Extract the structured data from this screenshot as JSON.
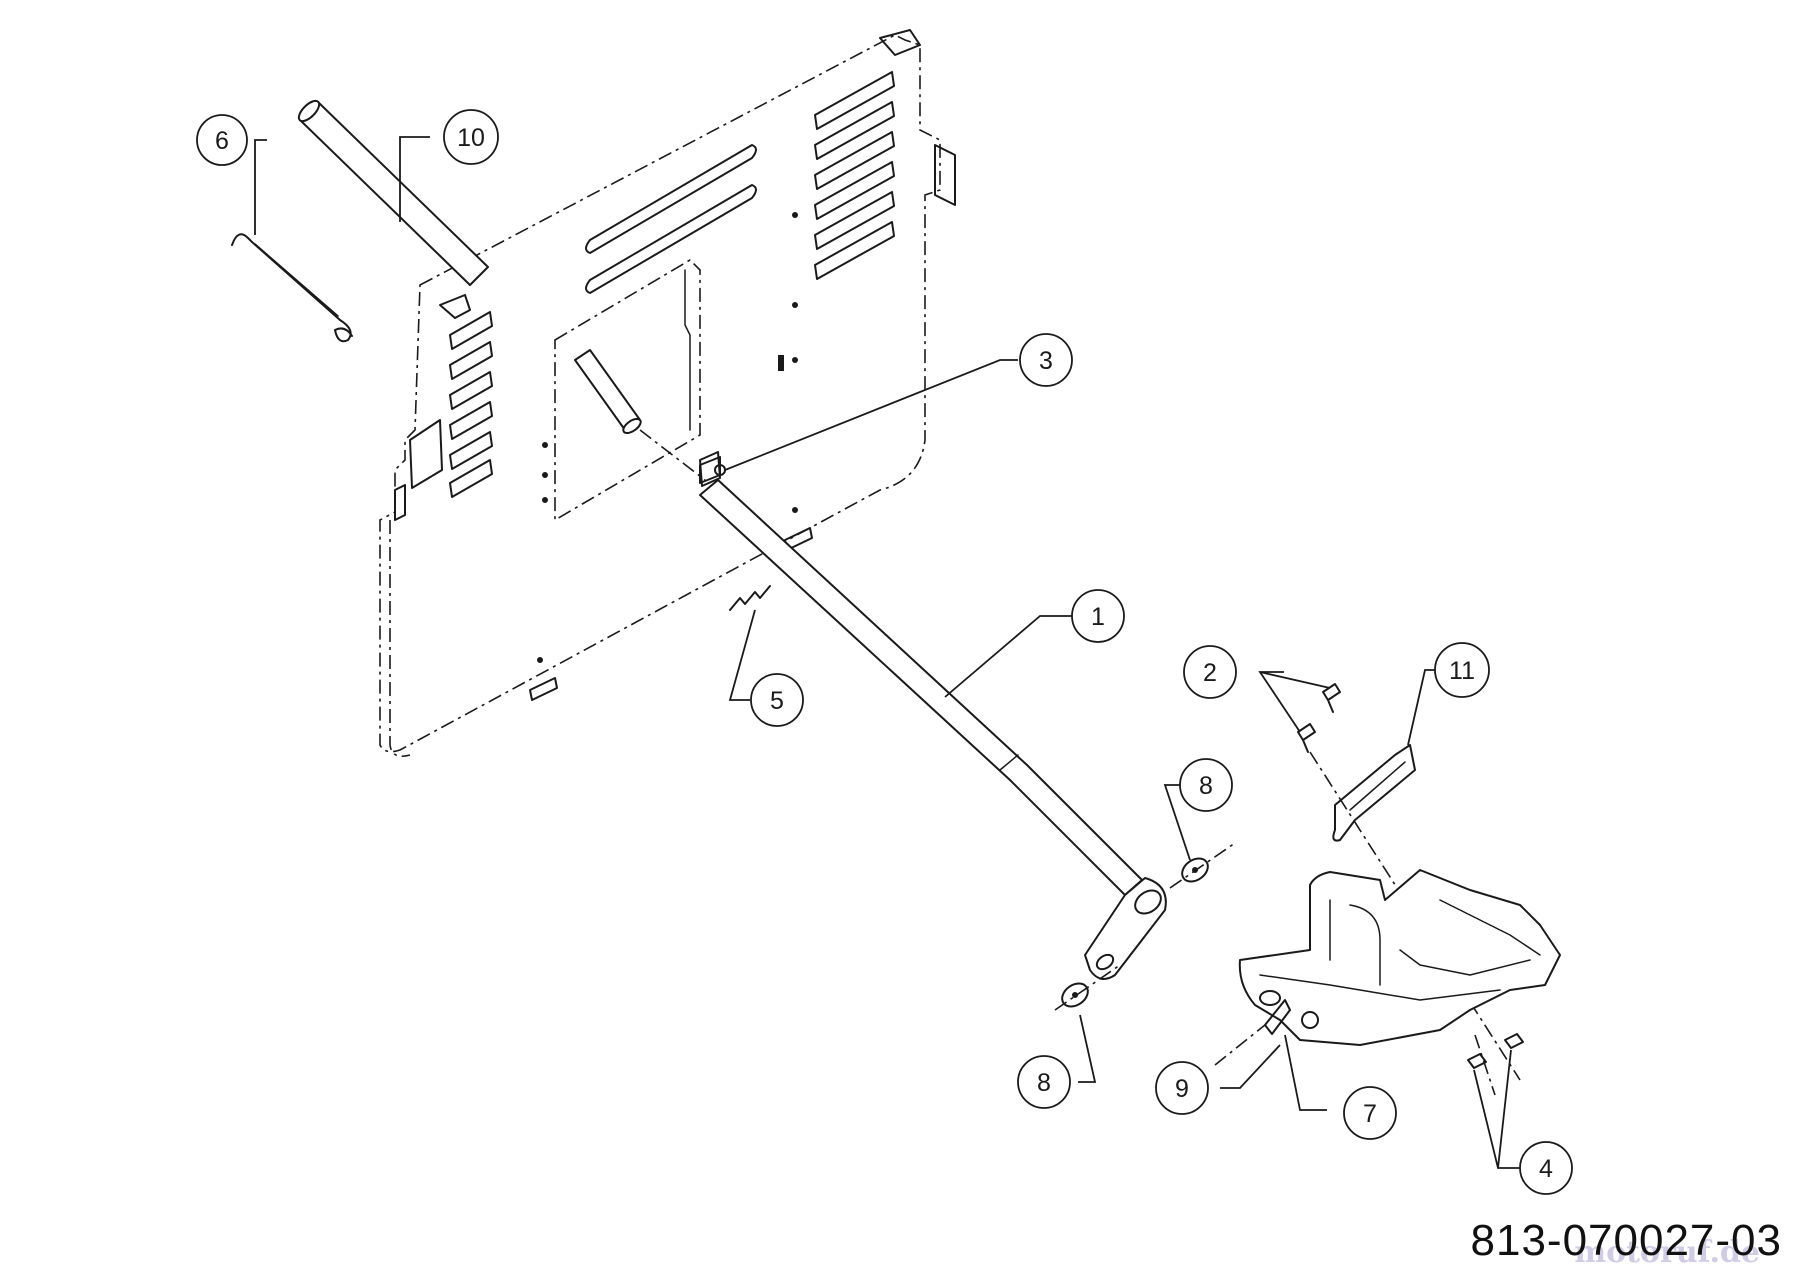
{
  "diagram": {
    "part_number": "813-070027-03",
    "watermark": "motoruf.de",
    "callouts": [
      {
        "id": "1",
        "label": "1"
      },
      {
        "id": "2",
        "label": "2"
      },
      {
        "id": "3",
        "label": "3"
      },
      {
        "id": "4",
        "label": "4"
      },
      {
        "id": "5",
        "label": "5"
      },
      {
        "id": "6",
        "label": "6"
      },
      {
        "id": "7",
        "label": "7"
      },
      {
        "id": "8a",
        "label": "8"
      },
      {
        "id": "8b",
        "label": "8"
      },
      {
        "id": "9",
        "label": "9"
      },
      {
        "id": "10",
        "label": "10"
      },
      {
        "id": "11",
        "label": "11"
      }
    ]
  }
}
